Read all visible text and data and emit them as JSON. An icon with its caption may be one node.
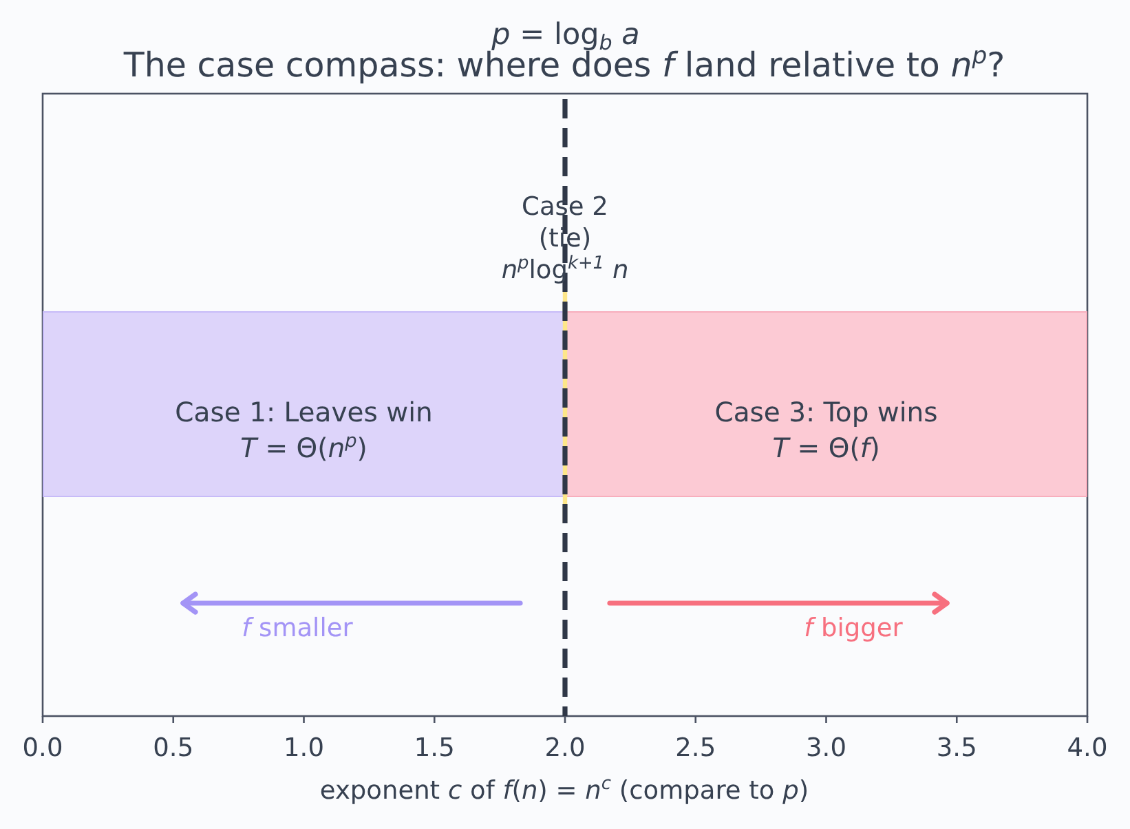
{
  "diagram": {
    "title": "The case compass: where does *f* land relative to *n*$^{p}$?",
    "nodes": [
      {
        "text": [
          "Case 2 (tie)",
          "*n*$^{p}$log$^{k+1}$ *n*"
        ]
      },
      {
        "text": [
          "Case 1: Leaves win",
          "*T* = Θ(*n*$^{p}$)"
        ]
      },
      {
        "text": [
          "Case 3: Top wins",
          "*T* = Θ(*f*)"
        ]
      }
    ],
    "labels": [
      "*p* = log$_{b}$ *a*",
      "*f* smaller",
      "*f* bigger",
      "0.0",
      "0.5",
      "1.0",
      "1.5",
      "2.0",
      "2.5",
      "3.0",
      "3.5",
      "4.0",
      "exponent *c* of *f*(*n*) = *n*$^{c}$ (compare to *p*)"
    ]
  }
}
